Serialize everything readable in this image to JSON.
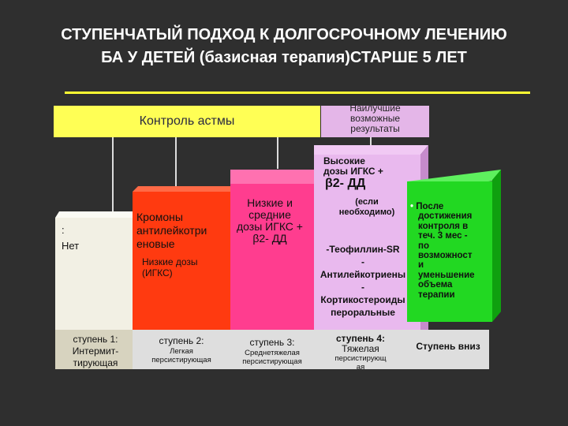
{
  "title": {
    "line1": "СТУПЕНЧАТЫЙ ПОДХОД К ДОЛГОСРОЧНОМУ ЛЕЧЕНИЮ",
    "line2": "БА У ДЕТЕЙ (базисная терапия)СТАРШЕ 5 ЛЕТ"
  },
  "banner": {
    "control": "Контроль астмы",
    "best_line1": "Наилучшие",
    "best_line2": "возможные",
    "best_line3": "результаты"
  },
  "colors": {
    "background": "#2f2f2f",
    "banner": "#ffff55",
    "best": "#e4b6e8",
    "step1": "#f2f0e4",
    "step2": "#ff3a10",
    "step3": "#ff3d8f",
    "step4": "#e9b9ee",
    "step_down": "#22d822"
  },
  "steps": {
    "s1": {
      "colon": ":",
      "therapy": "Нет",
      "label1": "ступень 1:",
      "label2": "Интермит-",
      "label3": "тирующая"
    },
    "s2": {
      "t1": "Кромоны",
      "t2": "антилейкотри",
      "t3": "еновые",
      "t4": "Низкие дозы",
      "t5": "(ИГКС)",
      "label1": "ступень 2:",
      "label2": "Легкая",
      "label3": "персистирующая"
    },
    "s3": {
      "t1": "Низкие и",
      "t2": "средние",
      "t3": "дозы ИГКС +",
      "t4": "β2- ДД",
      "label1": "ступень 3:",
      "label2": "Среднетяжелая",
      "label3": "персистирующая"
    },
    "s4": {
      "t1": "Высокие",
      "t2": "дозы ИГКС +",
      "t3": "β2- ДД",
      "t4": "(если",
      "t5": "необходимо)",
      "t6": "-Теофиллин-SR",
      "t7": "-",
      "t8": "Антилейкотриены",
      "t9": "-",
      "t10": "Кортикостероиды",
      "t11": "пероральные",
      "label1": "ступень 4:",
      "label2": "Тяжелая",
      "label3": "персистирующ",
      "label4": "ая"
    },
    "down": {
      "t1": "После",
      "t2": "достижения",
      "t3": "контроля в",
      "t4": "теч. 3 мес -",
      "t5": "по",
      "t6": "возможност",
      "t7": "и",
      "t8": "уменьшение",
      "t9": "объема",
      "t10": "терапии",
      "label": "Ступень вниз"
    }
  }
}
